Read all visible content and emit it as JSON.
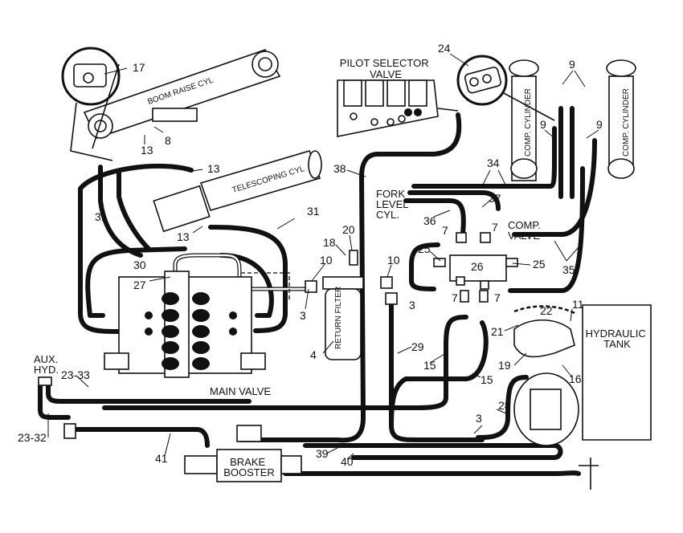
{
  "components": {
    "pilot_selector_valve": "PILOT SELECTOR\nVALVE",
    "boom_raise_cyl": "BOOM RAISE CYL",
    "telescoping_cyl": "TELESCOPING CYL",
    "fork_level_cyl": "FORK\nLEVEL\nCYL.",
    "comp_valve": "COMP.\nVALVE",
    "comp_cylinder_left": "COMP. CYLINDER",
    "comp_cylinder_right": "COMP. CYLINDER",
    "return_filter": "RETURN\nFILTER",
    "main_valve": "MAIN VALVE",
    "brake_booster": "BRAKE\nBOOSTER",
    "hydraulic_tank": "HYDRAULIC\nTANK",
    "aux_hyd": "AUX.\nHYD."
  },
  "callouts": [
    "17",
    "8",
    "13",
    "13",
    "13",
    "31",
    "31",
    "30",
    "27",
    "20",
    "18",
    "10",
    "10",
    "3",
    "3",
    "4",
    "29",
    "38",
    "24",
    "9",
    "9",
    "9",
    "34",
    "37",
    "36",
    "7",
    "7",
    "7",
    "7",
    "25",
    "25",
    "26",
    "35",
    "11",
    "22",
    "21",
    "19",
    "16",
    "15",
    "15",
    "28",
    "3",
    "39",
    "40",
    "41",
    "23-33",
    "23-32"
  ]
}
